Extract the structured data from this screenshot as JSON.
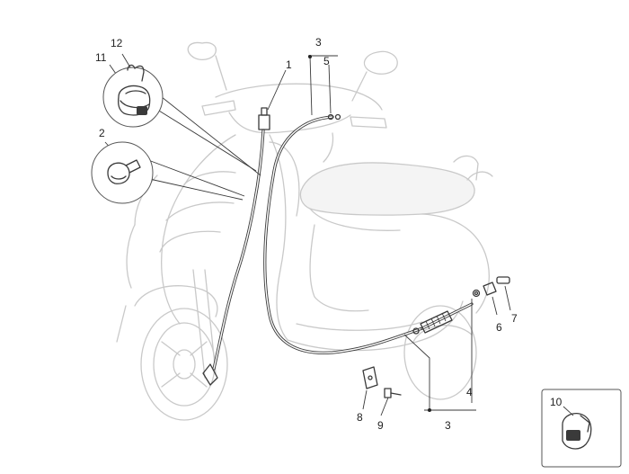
{
  "callouts": {
    "c1": "1",
    "c2": "2",
    "c3_top": "3",
    "c3_bottom": "3",
    "c4": "4",
    "c5": "5",
    "c6": "6",
    "c7": "7",
    "c8": "8",
    "c9": "9",
    "c10": "10",
    "c11": "11",
    "c12": "12"
  },
  "colors": {
    "scooter_outline": "#c9c9c9",
    "cable": "#3a3a3a",
    "label": "#222222"
  }
}
